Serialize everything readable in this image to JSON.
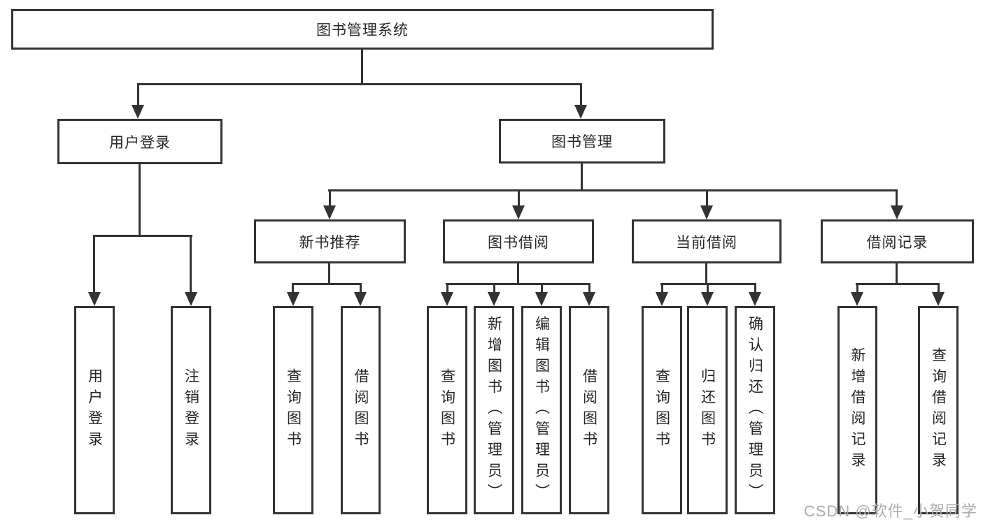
{
  "tree": {
    "label": "图书管理系统",
    "children": [
      {
        "label": "用户登录",
        "children": [
          {
            "label": "用户登录"
          },
          {
            "label": "注销登录"
          }
        ]
      },
      {
        "label": "图书管理",
        "children": [
          {
            "label": "新书推荐",
            "children": [
              {
                "label": "查询图书"
              },
              {
                "label": "借阅图书"
              }
            ]
          },
          {
            "label": "图书借阅",
            "children": [
              {
                "label": "查询图书"
              },
              {
                "label": "新增图书（管理员）"
              },
              {
                "label": "编辑图书（管理员）"
              },
              {
                "label": "借阅图书"
              }
            ]
          },
          {
            "label": "当前借阅",
            "children": [
              {
                "label": "查询图书"
              },
              {
                "label": "归还图书"
              },
              {
                "label": "确认归还（管理员）"
              }
            ]
          },
          {
            "label": "借阅记录",
            "children": [
              {
                "label": "新增借阅记录"
              },
              {
                "label": "查询借阅记录"
              }
            ]
          }
        ]
      }
    ]
  },
  "watermark": {
    "text": "CSDN @软件_小贺同学"
  },
  "colors": {
    "line": "#333333",
    "box_border": "#333333",
    "text": "#262626",
    "watermark": "#adadad",
    "background": "#ffffff"
  }
}
